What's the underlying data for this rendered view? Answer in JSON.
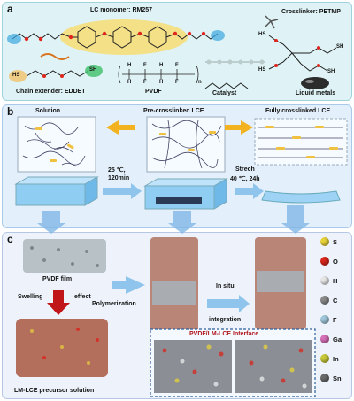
{
  "panels": {
    "a": "a",
    "b": "b",
    "c": "c"
  },
  "panel_a": {
    "lc_monomer": "LC monomer: RM257",
    "crosslinker": "Crosslinker: PETMP",
    "chain_extender": "Chain extender: EDDET",
    "pvdf": "PVDF",
    "catalyst": "Catalyst",
    "liquid_metals": "Liquid metals",
    "pvdf_atoms": [
      "H",
      "F",
      "H",
      "F",
      "H",
      "F",
      "H",
      "F"
    ],
    "pvdf_sub": "n",
    "sh": "SH",
    "hs": "HS"
  },
  "panel_b": {
    "solution": "Solution",
    "pre_crosslinked": "Pre-crosslinked LCE",
    "fully_crosslinked": "Fully crosslinked LCE",
    "step1_temp": "25 ℃,",
    "step1_time": "120min",
    "step2_label": "Strech",
    "step2_cond": "40 ℃, 24h"
  },
  "panel_c": {
    "pvdf_film": "PVDF film",
    "swelling": "Swelling",
    "effect": "effect",
    "polymerization": "Polymerization",
    "in_situ": "In situ",
    "integration": "integration",
    "precursor": "LM-LCE precursor solution",
    "interface": "PVDF/LM-LCE Interface"
  },
  "legend": [
    {
      "symbol": "S",
      "color": "#e8d23a"
    },
    {
      "symbol": "O",
      "color": "#d9261c"
    },
    {
      "symbol": "H",
      "color": "#e6e6e6"
    },
    {
      "symbol": "C",
      "color": "#8a8a8a"
    },
    {
      "symbol": "F",
      "color": "#9fc7d9"
    },
    {
      "symbol": "Ga",
      "color": "#d76fb8"
    },
    {
      "symbol": "In",
      "color": "#c9c93a"
    },
    {
      "symbol": "Sn",
      "color": "#6b6b6b"
    }
  ]
}
